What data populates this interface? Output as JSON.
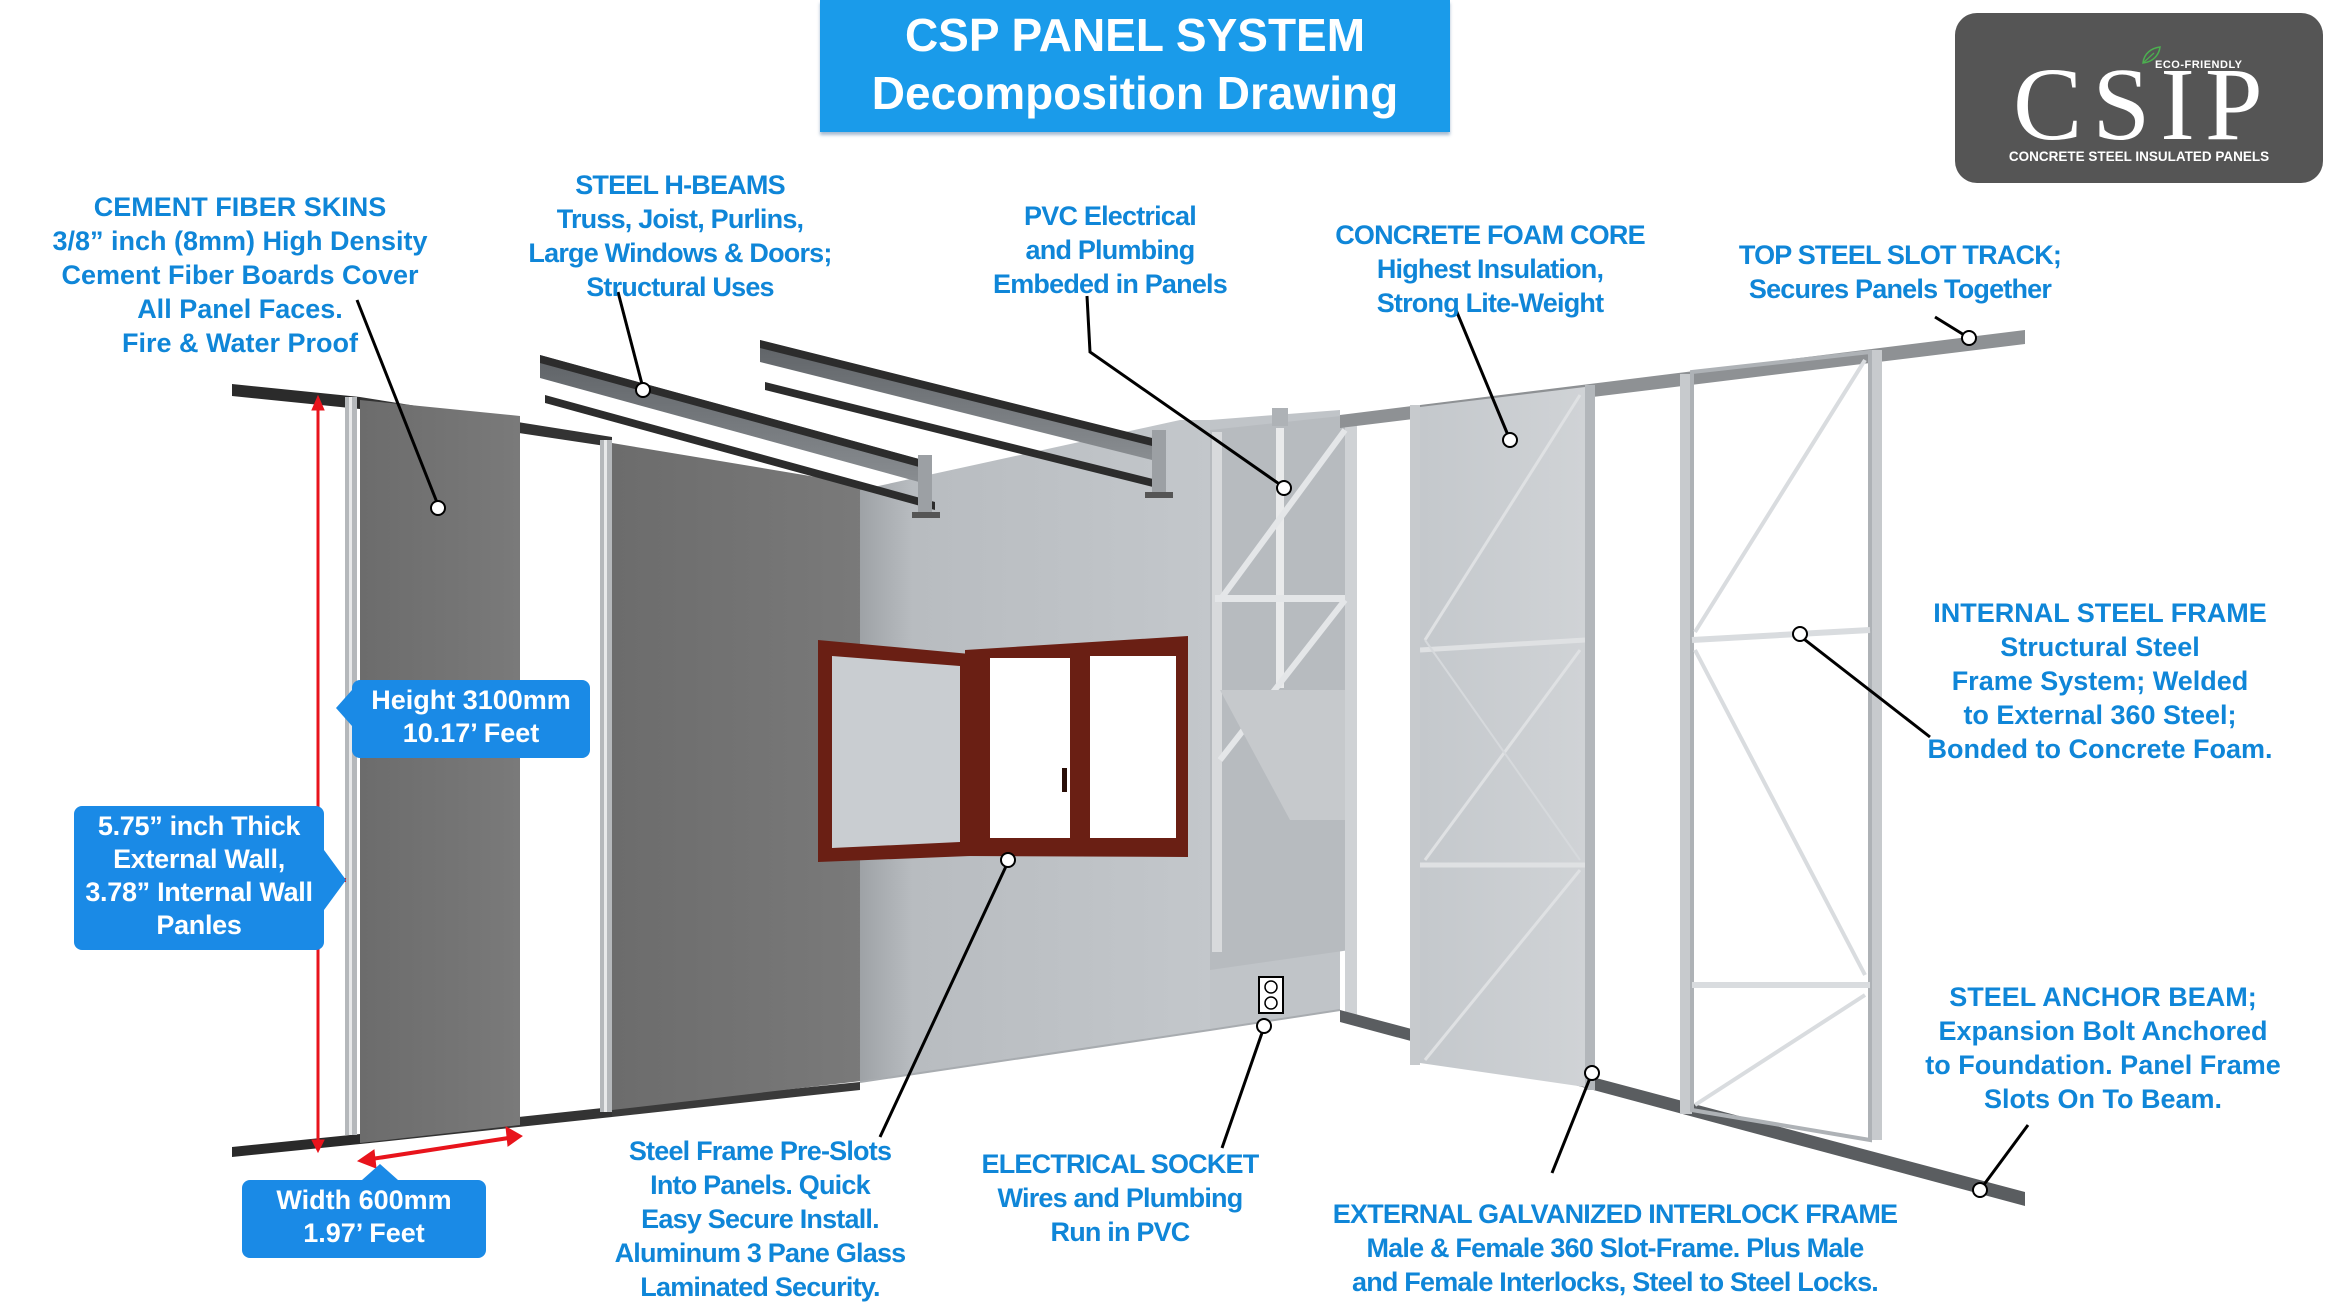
{
  "header": {
    "title_line1": "CSP PANEL SYSTEM",
    "title_line2": "Decomposition Drawing"
  },
  "logo": {
    "badge": "ECO-FRIENDLY",
    "brand": "CSIP",
    "subtitle": "CONCRETE STEEL INSULATED PANELS",
    "leaf_icon": "leaf-icon"
  },
  "colors": {
    "title_blue": "#1a9bea",
    "callout_text_blue": "#0f86d8",
    "dimension_box_blue": "#1a8ae6",
    "dimension_red": "#e8141c",
    "logo_gray": "#555555",
    "window_frame": "#6a1f14"
  },
  "callouts": {
    "cement_fiber": {
      "lines": [
        "CEMENT FIBER SKINS",
        "3/8” inch (8mm) High Density",
        "Cement Fiber Boards Cover",
        "All Panel Faces.",
        "Fire & Water Proof"
      ]
    },
    "h_beams": {
      "lines": [
        "STEEL H-BEAMS",
        "Truss, Joist, Purlins,",
        "Large Windows & Doors;",
        "Structural Uses"
      ]
    },
    "pvc": {
      "lines": [
        "PVC Electrical",
        "and Plumbing",
        "Embeded in Panels"
      ]
    },
    "foam_core": {
      "lines": [
        "CONCRETE FOAM CORE",
        "Highest Insulation,",
        "Strong Lite-Weight"
      ]
    },
    "top_track": {
      "lines": [
        "TOP STEEL SLOT TRACK;",
        "Secures Panels Together"
      ]
    },
    "internal_frame": {
      "lines": [
        "INTERNAL STEEL FRAME",
        "Structural Steel",
        "Frame System; Welded",
        "to External 360 Steel;",
        "Bonded to Concrete Foam."
      ]
    },
    "anchor_beam": {
      "lines": [
        "STEEL ANCHOR BEAM;",
        "Expansion Bolt Anchored",
        "to Foundation. Panel Frame",
        "Slots On To Beam."
      ]
    },
    "pre_slots": {
      "lines": [
        "Steel Frame Pre-Slots",
        "Into Panels. Quick",
        "Easy Secure Install.",
        "Aluminum 3 Pane Glass",
        "Laminated Security."
      ]
    },
    "socket": {
      "lines": [
        "ELECTRICAL SOCKET",
        "Wires and Plumbing",
        "Run in PVC"
      ]
    },
    "external_frame": {
      "lines": [
        "EXTERNAL GALVANIZED INTERLOCK FRAME",
        "Male & Female 360 Slot-Frame.  Plus Male",
        "and Female Interlocks, Steel to Steel Locks."
      ]
    }
  },
  "dimensions": {
    "height": {
      "line1": "Height 3100mm",
      "line2": "10.17’ Feet"
    },
    "thickness": {
      "line1": "5.75” inch Thick",
      "line2": "External Wall,",
      "line3": "3.78” Internal Wall",
      "line4": "Panles"
    },
    "width": {
      "line1": "Width 600mm",
      "line2": "1.97’ Feet"
    }
  }
}
